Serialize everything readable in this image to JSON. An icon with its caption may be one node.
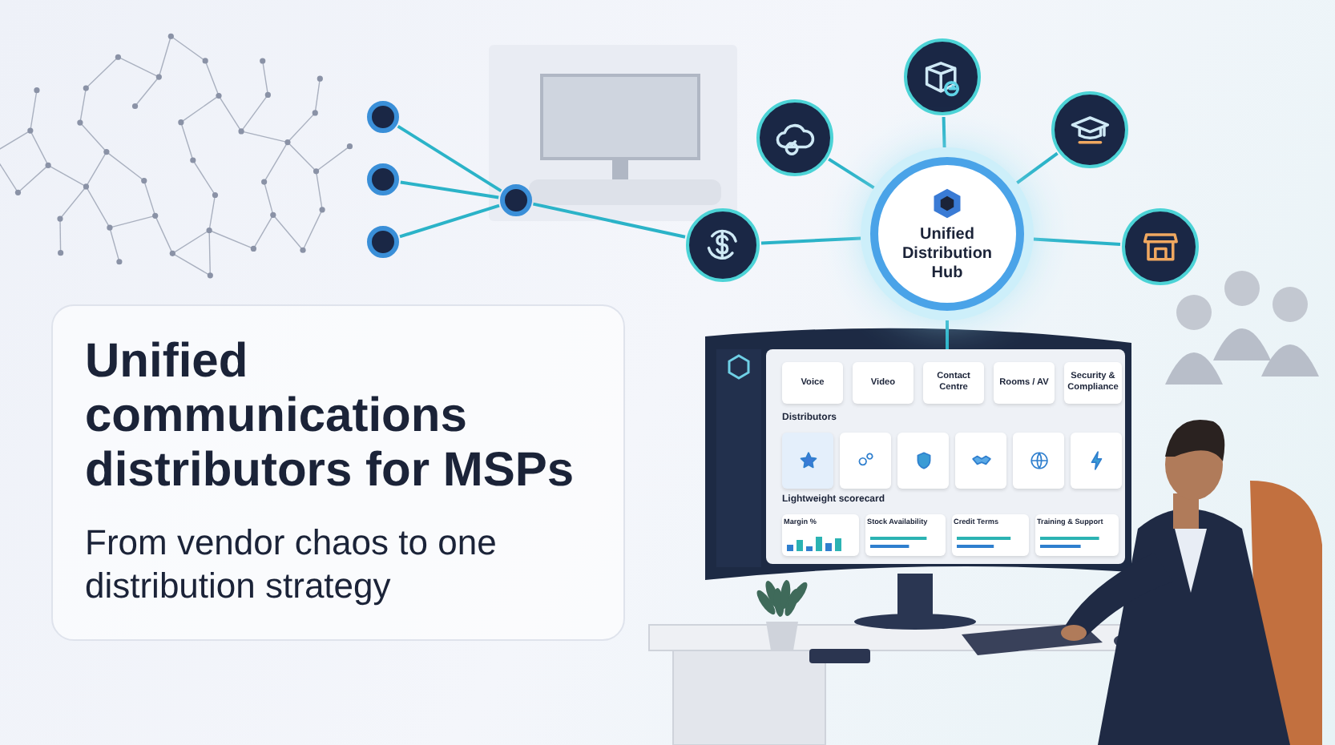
{
  "diagram": {
    "nodes": [
      {
        "text": [
          "Unified communications distributors for MSPs",
          "From vendor chaos to one distribution strategy"
        ]
      },
      {
        "text": [],
        "shape": "circle"
      },
      {
        "text": [],
        "shape": "circle"
      },
      {
        "text": [],
        "shape": "circle"
      },
      {
        "text": [],
        "shape": "circle"
      },
      {
        "text": [],
        "shape": "circle"
      },
      {
        "text": [],
        "shape": "circle"
      },
      {
        "text": [],
        "shape": "circle"
      },
      {
        "text": [],
        "shape": "circle"
      },
      {
        "text": [],
        "shape": "circle"
      },
      {
        "text": [
          "Unified Distribution Hub"
        ]
      },
      {
        "text": [],
        "shape": "box"
      },
      {
        "text": [
          "Voice"
        ],
        "in": 11
      },
      {
        "text": [
          "Video"
        ],
        "in": 11
      },
      {
        "text": [
          "Contact Centre"
        ],
        "in": 11
      },
      {
        "text": [
          "Rooms / AV"
        ],
        "in": 11
      },
      {
        "text": [
          "Security & Compliance"
        ],
        "in": 11
      },
      {
        "text": [],
        "shape": "box",
        "in": 11
      },
      {
        "text": [],
        "shape": "box",
        "in": 11
      },
      {
        "text": [],
        "shape": "box",
        "in": 11
      },
      {
        "text": [],
        "shape": "box",
        "in": 11
      },
      {
        "text": [],
        "shape": "box",
        "in": 11
      },
      {
        "text": [],
        "shape": "box",
        "in": 11
      },
      {
        "text": [
          "Margin %"
        ],
        "in": 11
      },
      {
        "text": [
          "Stock Availability"
        ],
        "in": 11
      },
      {
        "text": [
          "Credit Terms"
        ],
        "in": 11
      },
      {
        "text": [
          "Training & Support"
        ],
        "in": 11
      }
    ],
    "edges": [
      {
        "from": 1,
        "to": 4,
        "arrow": "none"
      },
      {
        "from": 2,
        "to": 4,
        "arrow": "none"
      },
      {
        "from": 3,
        "to": 4,
        "arrow": "none"
      },
      {
        "from": 4,
        "to": 5,
        "arrow": "none"
      },
      {
        "from": 10,
        "to": 5,
        "arrow": "none"
      },
      {
        "from": 10,
        "to": 6,
        "arrow": "none"
      },
      {
        "from": 10,
        "to": 7,
        "arrow": "none"
      },
      {
        "from": 10,
        "to": 8,
        "arrow": "none"
      },
      {
        "from": 10,
        "to": 9,
        "arrow": "none"
      },
      {
        "from": 10,
        "to": 11,
        "arrow": "none"
      }
    ],
    "labels": [
      "Distributors",
      "Lightweight scorecard"
    ]
  }
}
